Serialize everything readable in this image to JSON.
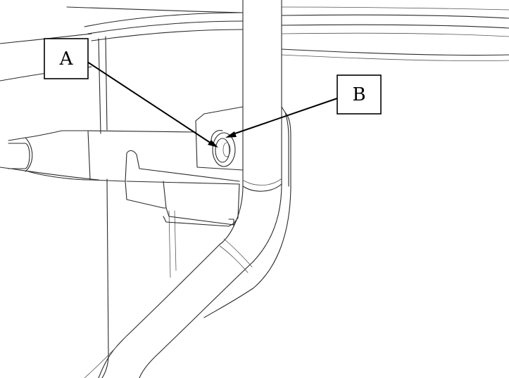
{
  "callouts": [
    {
      "id": "A",
      "label": "A"
    },
    {
      "id": "B",
      "label": "B"
    }
  ],
  "colors": {
    "line": "#2a2a2a",
    "background": "#ffffff",
    "callout": "#000000"
  }
}
